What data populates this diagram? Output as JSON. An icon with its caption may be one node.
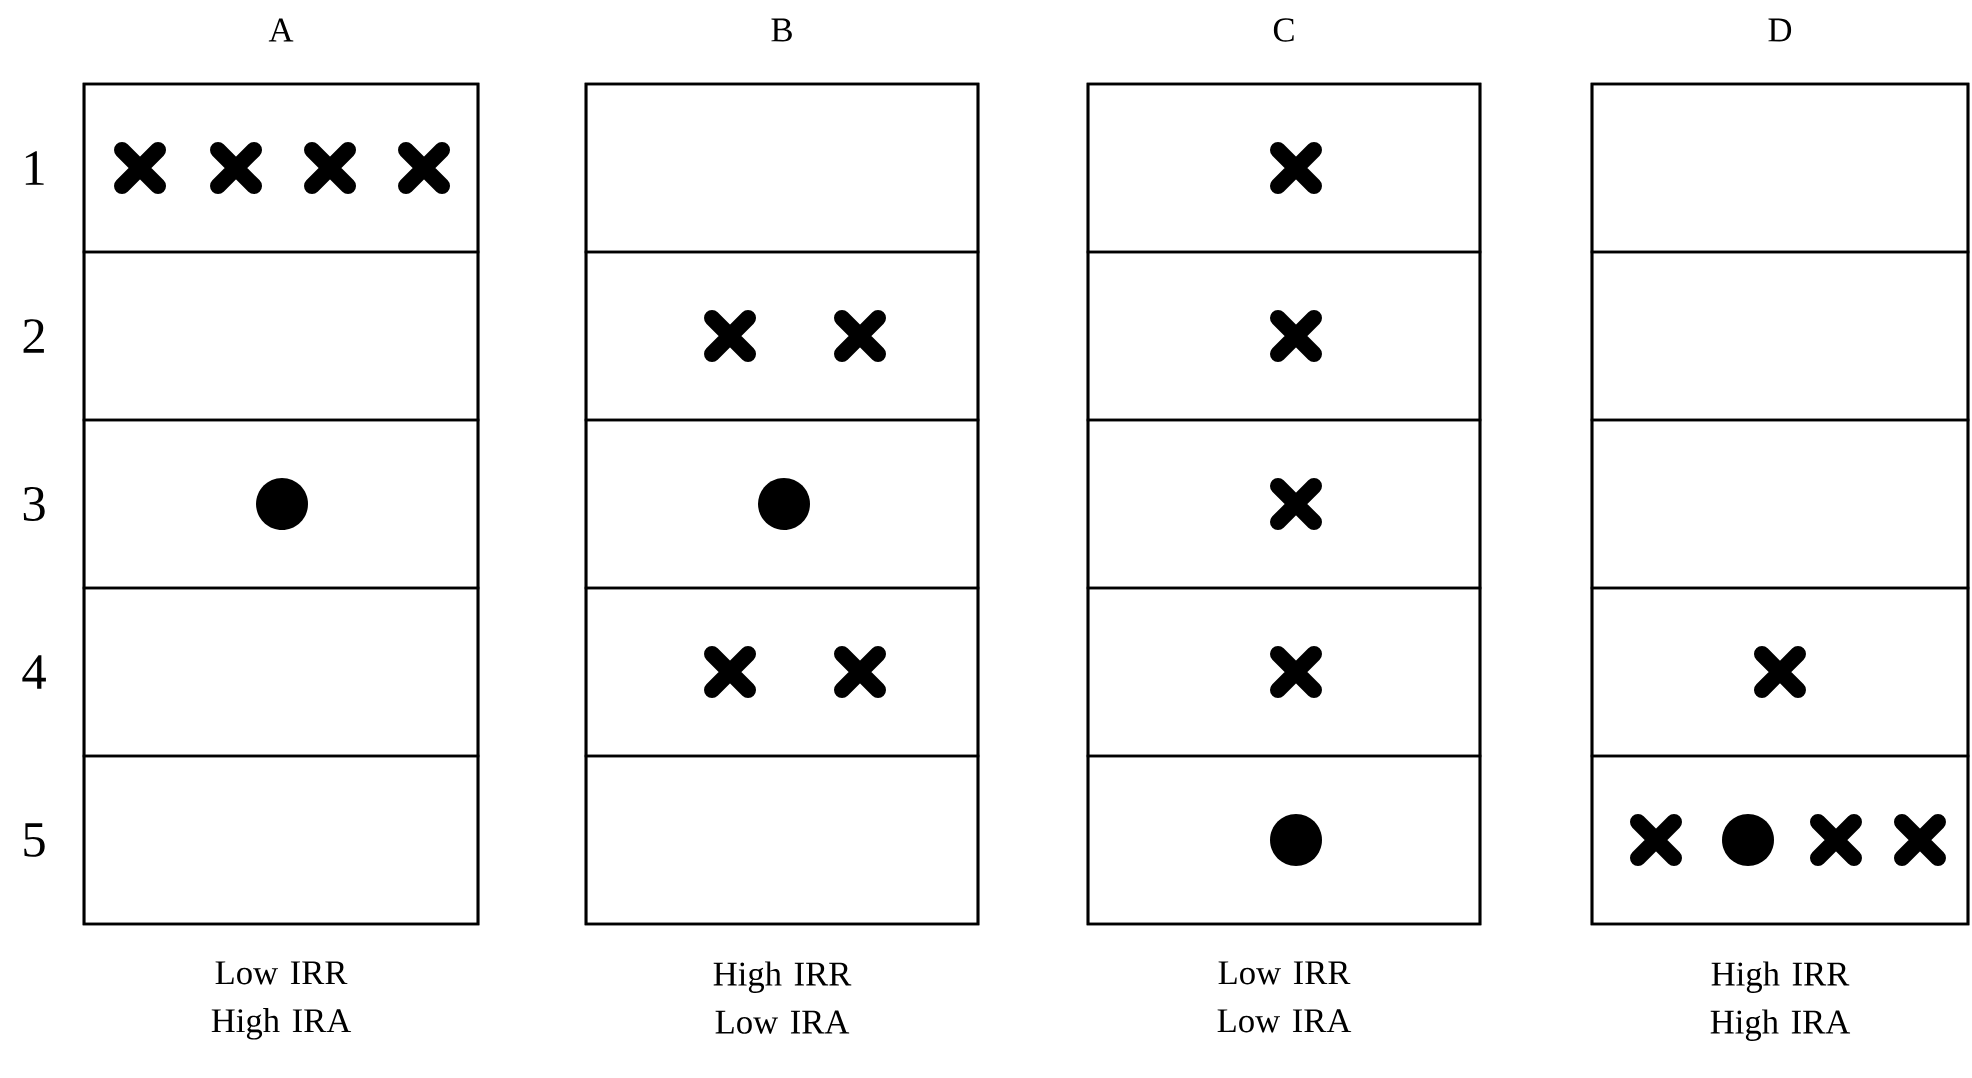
{
  "diagram": {
    "nodes": [
      {
        "text": [
          "A",
          "Low IRR High IRA"
        ]
      },
      {
        "text": [],
        "shape": "box",
        "in": 0
      },
      {
        "text": [],
        "shape": "box",
        "in": 0
      },
      {
        "text": [],
        "shape": "box",
        "in": 0
      },
      {
        "text": [],
        "shape": "box",
        "in": 0
      },
      {
        "text": [],
        "shape": "box",
        "in": 0
      },
      {
        "text": [
          "B",
          "High IRR Low IRA"
        ]
      },
      {
        "text": [],
        "shape": "box",
        "in": 6
      },
      {
        "text": [],
        "shape": "box",
        "in": 6
      },
      {
        "text": [],
        "shape": "box",
        "in": 6
      },
      {
        "text": [],
        "shape": "box",
        "in": 6
      },
      {
        "text": [],
        "shape": "box",
        "in": 6
      },
      {
        "text": [
          "C",
          "Low IRR Low IRA"
        ]
      },
      {
        "text": [],
        "shape": "box",
        "in": 12
      },
      {
        "text": [],
        "shape": "box",
        "in": 12
      },
      {
        "text": [],
        "shape": "box",
        "in": 12
      },
      {
        "text": [],
        "shape": "box",
        "in": 12
      },
      {
        "text": [],
        "shape": "box",
        "in": 12
      },
      {
        "text": [
          "D",
          "High IRR High IRA"
        ]
      },
      {
        "text": [],
        "shape": "box",
        "in": 18
      },
      {
        "text": [],
        "shape": "box",
        "in": 18
      },
      {
        "text": [],
        "shape": "box",
        "in": 18
      },
      {
        "text": [],
        "shape": "box",
        "in": 18
      },
      {
        "text": [],
        "shape": "box",
        "in": 18
      }
    ],
    "labels": [
      "1",
      "2",
      "3",
      "4",
      "5"
    ]
  }
}
